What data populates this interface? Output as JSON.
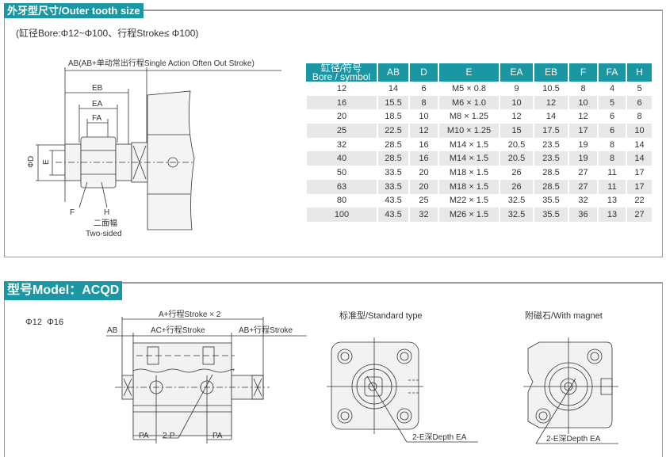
{
  "section1": {
    "title": "外牙型尺寸/Outer tooth size",
    "range_note": "(缸径Bore:Φ12~Φ100、行程Stroke≤ Φ100)",
    "diagram_labels": {
      "ab": "AB(AB+单动常出行程Single Action Often Out Stroke)",
      "eb": "EB",
      "ea": "EA",
      "fa": "FA",
      "phi_d": "ΦD",
      "e": "E",
      "f": "F",
      "h": "H",
      "two_sided_cn": "二面幅",
      "two_sided_en": "Two-sided"
    },
    "table": {
      "headers": [
        "缸径/符号",
        "Bore / symbol",
        "AB",
        "D",
        "E",
        "EA",
        "EB",
        "F",
        "FA",
        "H"
      ],
      "rows": [
        [
          "12",
          "14",
          "6",
          "M5 × 0.8",
          "9",
          "10.5",
          "8",
          "4",
          "5"
        ],
        [
          "16",
          "15.5",
          "8",
          "M6 × 1.0",
          "10",
          "12",
          "10",
          "5",
          "6"
        ],
        [
          "20",
          "18.5",
          "10",
          "M8 × 1.25",
          "12",
          "14",
          "12",
          "6",
          "8"
        ],
        [
          "25",
          "22.5",
          "12",
          "M10 × 1.25",
          "15",
          "17.5",
          "17",
          "6",
          "10"
        ],
        [
          "32",
          "28.5",
          "16",
          "M14 × 1.5",
          "20.5",
          "23.5",
          "19",
          "8",
          "14"
        ],
        [
          "40",
          "28.5",
          "16",
          "M14 × 1.5",
          "20.5",
          "23.5",
          "19",
          "8",
          "14"
        ],
        [
          "50",
          "33.5",
          "20",
          "M18 × 1.5",
          "26",
          "28.5",
          "27",
          "11",
          "17"
        ],
        [
          "63",
          "33.5",
          "20",
          "M18 × 1.5",
          "26",
          "28.5",
          "27",
          "11",
          "17"
        ],
        [
          "80",
          "43.5",
          "25",
          "M22 × 1.5",
          "32.5",
          "35.5",
          "32",
          "13",
          "22"
        ],
        [
          "100",
          "43.5",
          "32",
          "M26 × 1.5",
          "32.5",
          "35.5",
          "36",
          "13",
          "27"
        ]
      ]
    }
  },
  "section2": {
    "title": "型号Model：ACQD",
    "bores": "Φ12  Φ16",
    "side_labels": {
      "a_stroke": "A+行程Stroke × 2",
      "ab": "AB",
      "ac_stroke": "AC+行程Stroke",
      "ab_stroke": "AB+行程Stroke",
      "pa_left": "PA",
      "p": "2-P",
      "pa_right": "PA"
    },
    "standard": {
      "title": "标准型/Standard type",
      "callout": "2-E深Depth EA"
    },
    "magnet": {
      "title": "附磁石/With magnet",
      "callout": "2-E深Depth EA"
    }
  }
}
